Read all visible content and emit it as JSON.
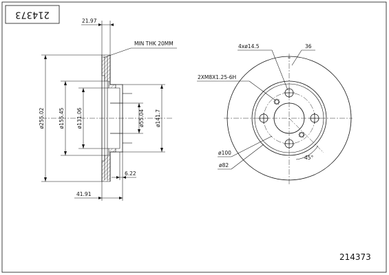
{
  "part_number_box": "214373",
  "part_number": "214373",
  "side_view": {
    "total_height_label": "21.97",
    "min_thickness_label": "MIN THK 20MM",
    "dia_outer_label": "ø255.02",
    "dia_hat_label": "ø155.45",
    "dia_inner_label": "ø131.06",
    "dia_bore_label": "ø55.04",
    "dia_hub_label": "ø141.7",
    "hub_offset_label": "6.22",
    "overall_label": "41.91"
  },
  "front_view": {
    "holes_label": "4xø14.5",
    "angle_label": "36",
    "thread_label": "2XM8X1.25-6H",
    "pcd_label": "ø100",
    "center_label": "ø82",
    "bolt_angle_label": "45°"
  }
}
